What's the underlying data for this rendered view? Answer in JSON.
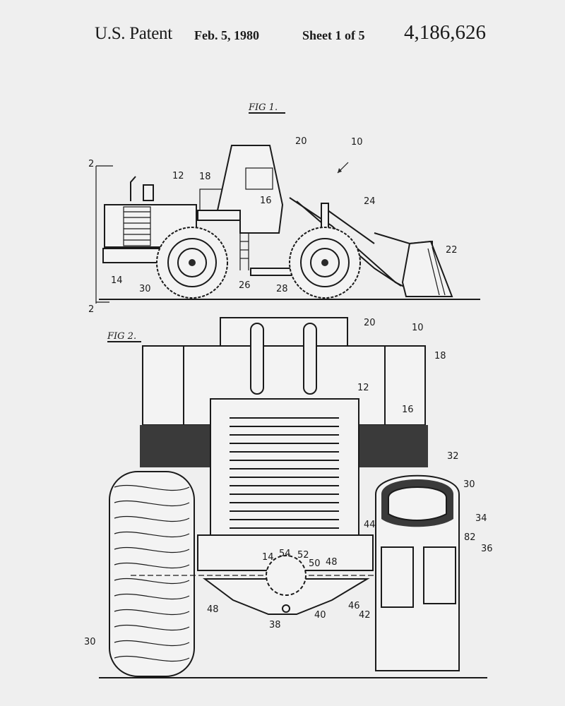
{
  "header": {
    "title": "U.S. Patent",
    "date": "Feb. 5, 1980",
    "sheet": "Sheet 1 of 5",
    "patent_number": "4,186,626"
  },
  "figure1": {
    "caption": "FIG 1.",
    "labels": {
      "section_top": "2",
      "section_bottom": "2",
      "l10": "10",
      "l12": "12",
      "l14": "14",
      "l16": "16",
      "l18": "18",
      "l20": "20",
      "l22": "22",
      "l24": "24",
      "l26": "26",
      "l28": "28",
      "l30": "30"
    }
  },
  "figure2": {
    "caption": "FIG 2.",
    "labels": {
      "l10": "10",
      "l12": "12",
      "l14": "14",
      "l16": "16",
      "l18": "18",
      "l20": "20",
      "l30a": "30",
      "l30b": "30",
      "l32": "32",
      "l34": "34",
      "l36": "36",
      "l38": "38",
      "l40": "40",
      "l42": "42",
      "l44": "44",
      "l46": "46",
      "l48a": "48",
      "l48b": "48",
      "l50": "50",
      "l52": "52",
      "l54": "54",
      "l82": "82"
    }
  }
}
